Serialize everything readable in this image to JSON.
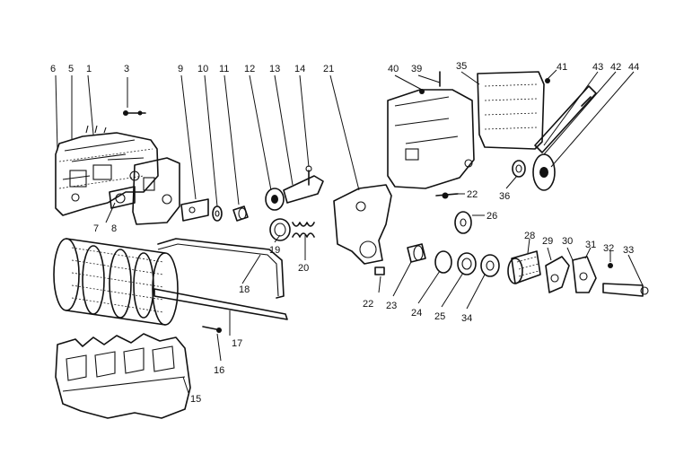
{
  "callouts": [
    {
      "id": "c6",
      "text": "6"
    },
    {
      "id": "c5",
      "text": "5"
    },
    {
      "id": "c1",
      "text": "1"
    },
    {
      "id": "c3",
      "text": "3"
    },
    {
      "id": "c9",
      "text": "9"
    },
    {
      "id": "c10",
      "text": "10"
    },
    {
      "id": "c11",
      "text": "11"
    },
    {
      "id": "c12",
      "text": "12"
    },
    {
      "id": "c13",
      "text": "13"
    },
    {
      "id": "c14",
      "text": "14"
    },
    {
      "id": "c21",
      "text": "21"
    },
    {
      "id": "c40",
      "text": "40"
    },
    {
      "id": "c39",
      "text": "39"
    },
    {
      "id": "c35",
      "text": "35"
    },
    {
      "id": "c41",
      "text": "41"
    },
    {
      "id": "c43",
      "text": "43"
    },
    {
      "id": "c42",
      "text": "42"
    },
    {
      "id": "c44",
      "text": "44"
    },
    {
      "id": "c7",
      "text": "7"
    },
    {
      "id": "c8",
      "text": "8"
    },
    {
      "id": "c36",
      "text": "36"
    },
    {
      "id": "c22a",
      "text": "22"
    },
    {
      "id": "c26",
      "text": "26"
    },
    {
      "id": "c19",
      "text": "19"
    },
    {
      "id": "c20",
      "text": "20"
    },
    {
      "id": "c18",
      "text": "18"
    },
    {
      "id": "c28",
      "text": "28"
    },
    {
      "id": "c29",
      "text": "29"
    },
    {
      "id": "c30",
      "text": "30"
    },
    {
      "id": "c31",
      "text": "31"
    },
    {
      "id": "c32",
      "text": "32"
    },
    {
      "id": "c33",
      "text": "33"
    },
    {
      "id": "c22b",
      "text": "22"
    },
    {
      "id": "c23",
      "text": "23"
    },
    {
      "id": "c24",
      "text": "24"
    },
    {
      "id": "c25",
      "text": "25"
    },
    {
      "id": "c34",
      "text": "34"
    },
    {
      "id": "c17",
      "text": "17"
    },
    {
      "id": "c16",
      "text": "16"
    },
    {
      "id": "c15",
      "text": "15"
    }
  ]
}
